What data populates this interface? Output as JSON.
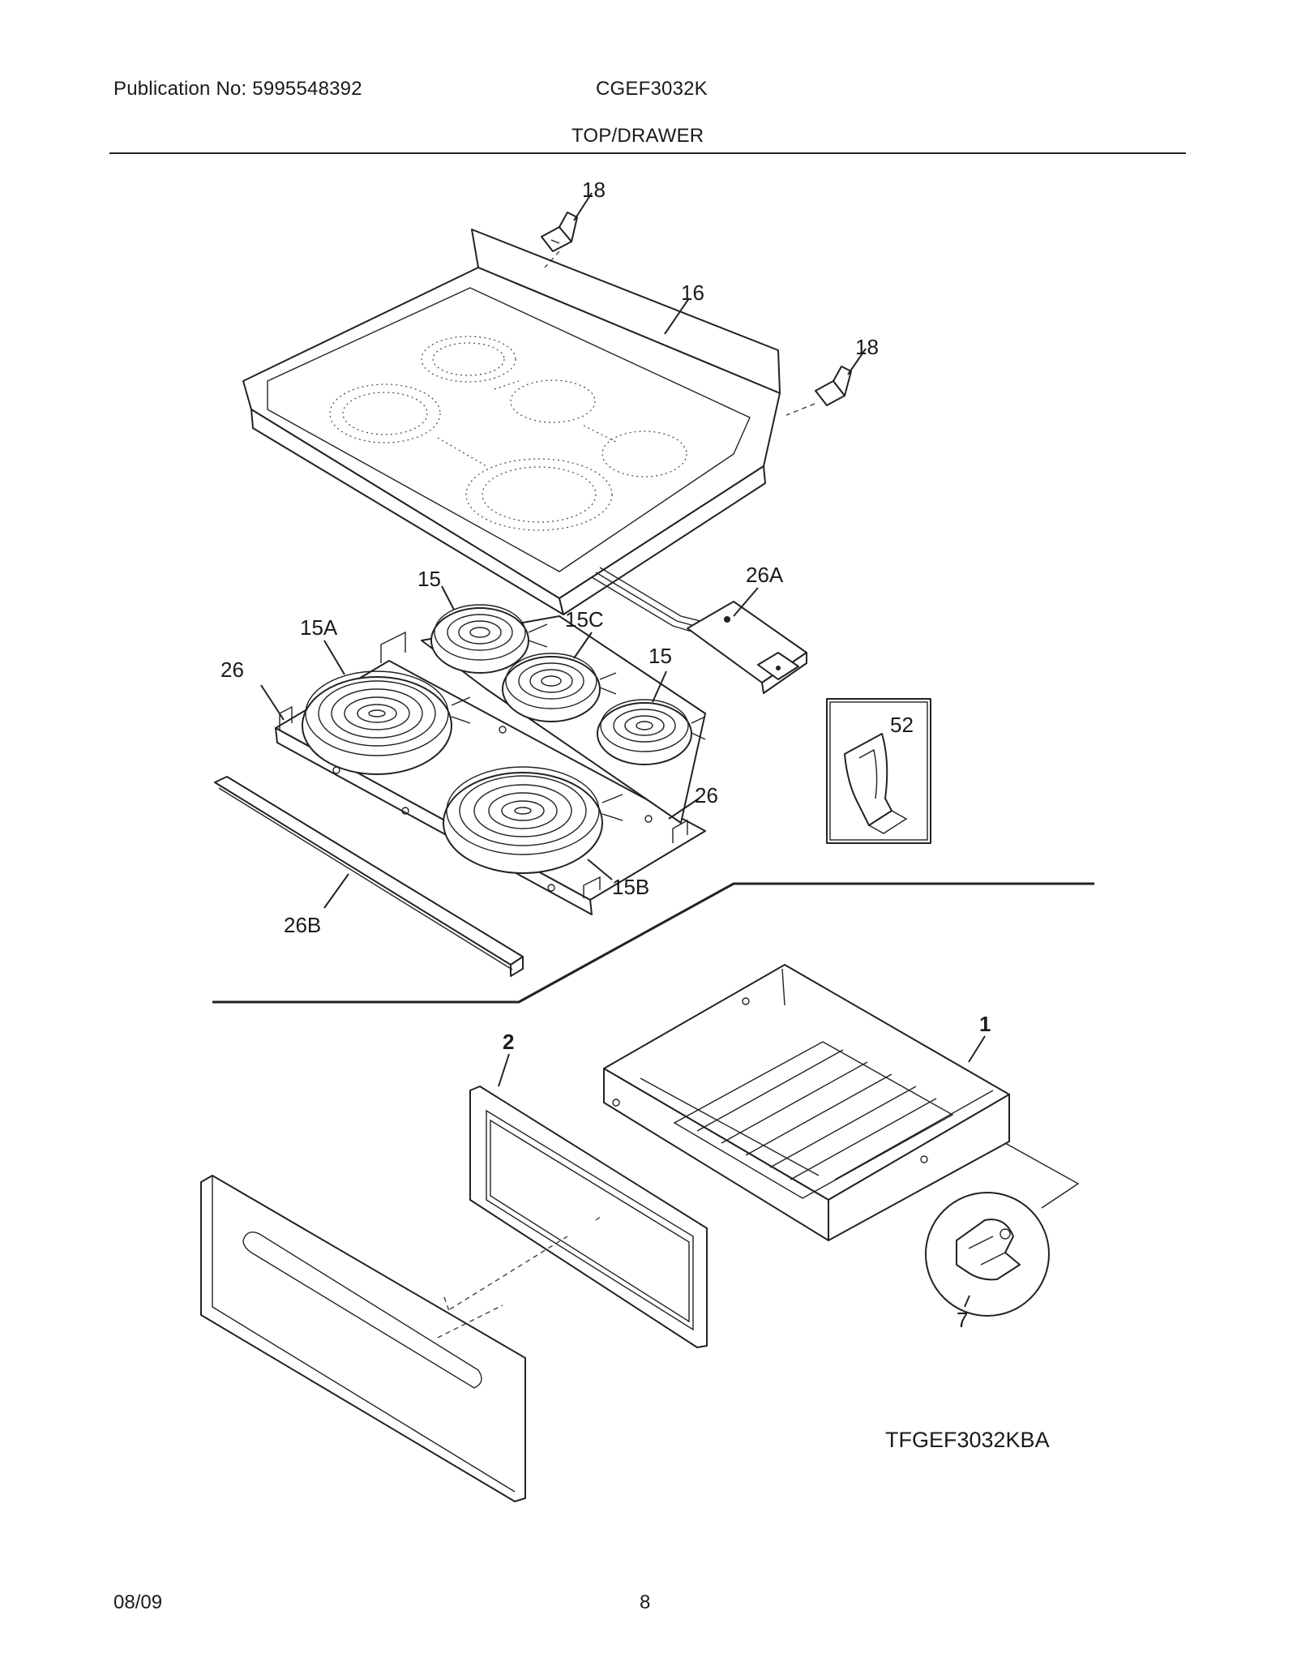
{
  "header": {
    "publication": "Publication No: 5995548392",
    "model": "CGEF3032K",
    "section": "TOP/DRAWER"
  },
  "callouts": {
    "c18a": "18",
    "c16": "16",
    "c18b": "18",
    "c26A": "26A",
    "c15a": "15",
    "c15C": "15C",
    "c15A": "15A",
    "c26a": "26",
    "c15b": "15",
    "c52": "52",
    "c26b": "26",
    "c15B": "15B",
    "c26B": "26B",
    "c1": "1",
    "c2": "2",
    "c7": "7"
  },
  "diagram_code": "TFGEF3032KBA",
  "footer": {
    "date": "08/09",
    "page": "8"
  }
}
